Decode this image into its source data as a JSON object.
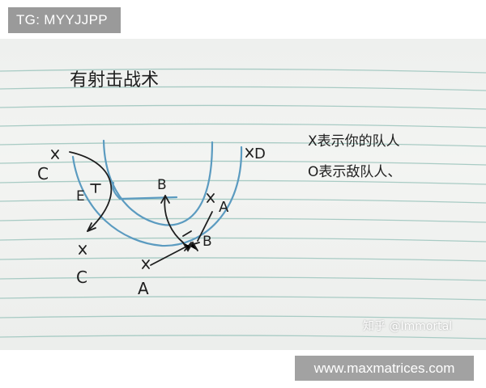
{
  "banners": {
    "telegram": "TG: MYYJJPP",
    "website": "www.maxmatrices.com",
    "watermark": "知乎 @Immortal"
  },
  "note": {
    "title": "有射击战术",
    "legend_line1": "X表示你的队人",
    "legend_line2": "O表示敌队人、",
    "labels": {
      "c_top": "C",
      "c_bottom": "C",
      "d": "D",
      "a_right": "A",
      "a_bottom": "A",
      "b_top": "B",
      "b_right": "B",
      "e": "E"
    }
  },
  "colors": {
    "ink": "#1e1e1e",
    "blue_line": "#5b9bc0",
    "ruled_line": "#9fc4bd",
    "paper": "#f1f2f0",
    "banner": "#9a9a9a"
  }
}
